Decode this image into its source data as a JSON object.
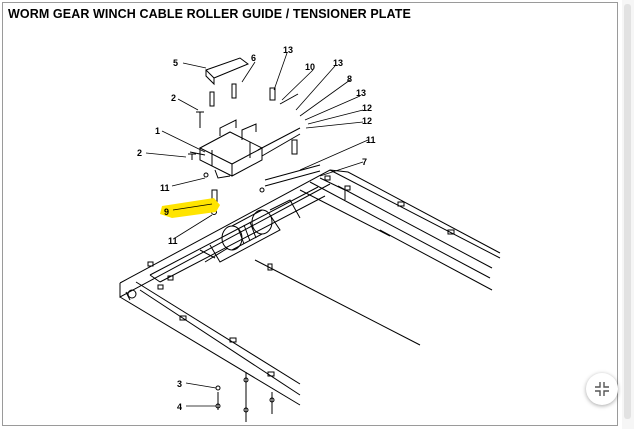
{
  "title": "WORM GEAR WINCH CABLE ROLLER GUIDE / TENSIONER PLATE",
  "callouts": {
    "c1": "1",
    "c2a": "2",
    "c2b": "2",
    "c3": "3",
    "c4": "4",
    "c5": "5",
    "c6": "6",
    "c7": "7",
    "c8": "8",
    "c9": "9",
    "c10": "10",
    "c11a": "11",
    "c11b": "11",
    "c11c": "11",
    "c12a": "12",
    "c12b": "12",
    "c13a": "13",
    "c13b": "13",
    "c13c": "13"
  },
  "highlight_color": "#ffe400",
  "collapse_icon": "collapse-arrows-icon"
}
